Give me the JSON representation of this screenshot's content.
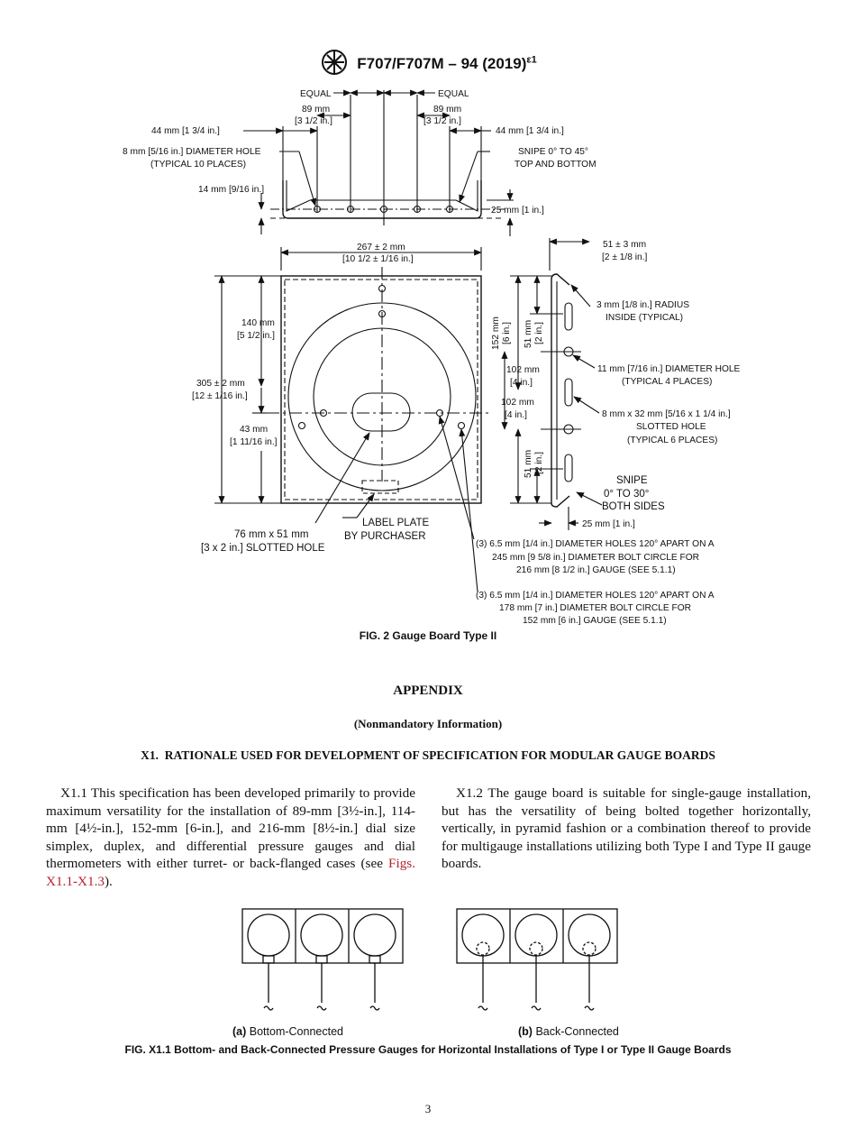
{
  "header": {
    "designation": "F707/F707M – 94 (2019)",
    "epsilon": "ε1"
  },
  "fig2": {
    "equal_left": "EQUAL",
    "equal_right": "EQUAL",
    "dim_89_left_mm": "89 mm",
    "dim_89_left_in": "[3 1/2 in.]",
    "dim_89_right_mm": "89 mm",
    "dim_89_right_in": "[3 1/2 in.]",
    "dim_44_left": "44 mm [1 3/4 in.]",
    "dim_44_right": "44 mm [1 3/4 in.]",
    "hole8_a": "8 mm [5/16 in.] DIAMETER HOLE",
    "hole8_b": "(TYPICAL 10 PLACES)",
    "snipe45_a": "SNIPE 0° TO 45°",
    "snipe45_b": "TOP AND BOTTOM",
    "dim_14": "14 mm [9/16 in.]",
    "dim_25_top": "25 mm [1 in.]",
    "dim_267_a": "267 ± 2 mm",
    "dim_267_b": "[10 1/2 ± 1/16 in.]",
    "dim_51_side_a": "51 ± 3 mm",
    "dim_51_side_b": "[2 ± 1/8 in.]",
    "radius_a": "3 mm [1/8 in.] RADIUS",
    "radius_b": "INSIDE (TYPICAL)",
    "dim_140_a": "140 mm",
    "dim_140_b": "[5 1/2 in.]",
    "dim_305_a": "305 ± 2 mm",
    "dim_305_b": "[12 ± 1/16 in.]",
    "dim_43_a": "43 mm",
    "dim_43_b": "[1 11/16 in.]",
    "dim_152_a": "152 mm",
    "dim_152_b": "[6 in.]",
    "dim_51a_a": "51 mm",
    "dim_51a_b": "[2 in.]",
    "dim_102a_a": "102 mm",
    "dim_102a_b": "[4 in.]",
    "dim_102b_a": "102 mm",
    "dim_102b_b": "[4 in.]",
    "dim_51b_a": "51 mm",
    "dim_51b_b": "[2 in.]",
    "hole11_a": "11 mm [7/16 in.] DIAMETER HOLE",
    "hole11_b": "(TYPICAL 4 PLACES)",
    "slot_a": "8 mm x 32 mm [5/16 x 1 1/4 in.]",
    "slot_b": "SLOTTED HOLE",
    "slot_c": "(TYPICAL 6 PLACES)",
    "snipe30_a": "SNIPE",
    "snipe30_b": "0° TO 30°",
    "snipe30_c": "BOTH SIDES",
    "dim_25_side": "25 mm [1 in.]",
    "label_a": "LABEL PLATE",
    "label_b": "BY PURCHASER",
    "slot76_a": "76 mm x 51 mm",
    "slot76_b": "[3 x 2 in.] SLOTTED HOLE",
    "bolt216_a": "(3) 6.5 mm [1/4 in.] DIAMETER HOLES 120° APART ON A",
    "bolt216_b": "245 mm [9 5/8 in.] DIAMETER BOLT CIRCLE FOR",
    "bolt216_c": "216 mm [8 1/2 in.] GAUGE (SEE 5.1.1)",
    "bolt152_a": "(3) 6.5 mm [1/4 in.] DIAMETER HOLES 120° APART ON A",
    "bolt152_b": "178 mm [7 in.] DIAMETER BOLT CIRCLE FOR",
    "bolt152_c": "152 mm [6 in.] GAUGE (SEE 5.1.1)",
    "caption": "FIG. 2 Gauge Board Type II"
  },
  "appendix": {
    "title": "APPENDIX",
    "subtitle": "(Nonmandatory Information)",
    "section": "X1.  RATIONALE USED FOR DEVELOPMENT OF SPECIFICATION FOR MODULAR GAUGE BOARDS",
    "p1_text": "X1.1 This specification has been developed primarily to provide maximum versatility for the installation of 89-mm [3½-in.], 114-mm [4½-in.], 152-mm [6-in.], and 216-mm [8½-in.] dial size simplex, duplex, and differential pressure gauges and dial thermometers with either turret- or back-flanged cases (see ",
    "p1_link": "Figs. X1.1-X1.3",
    "p1_end": ").",
    "p2_text": "X1.2 The gauge board is suitable for single-gauge installation, but has the versatility of being bolted together horizontally, vertically, in pyramid fashion or a combination thereof to provide for multigauge installations utilizing both Type I and Type II gauge boards."
  },
  "figx1": {
    "label_a_letter": "(a)",
    "label_a_text": " Bottom-Connected",
    "label_b_letter": "(b)",
    "label_b_text": " Back-Connected",
    "caption": "FIG. X1.1 Bottom- and Back-Connected Pressure Gauges for Horizontal Installations of Type I or Type II Gauge Boards"
  },
  "page_number": "3"
}
